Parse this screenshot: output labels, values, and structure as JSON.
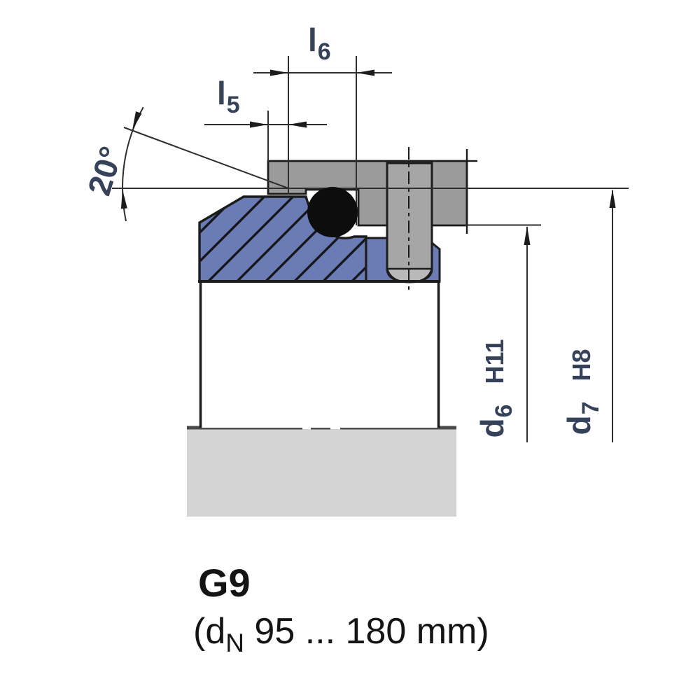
{
  "colors": {
    "seal_blue": "#6b7cb4",
    "housing_gray": "#9b9b9b",
    "pin_gray": "#a6a6a6",
    "pin_tip_gray": "#b9b9b9",
    "shaft_gray": "#d4d4d4",
    "shaft_edge": "#4b4b4b",
    "oring_black": "#0d0d0d",
    "outline": "#1c1c1c",
    "dim_line": "#2e2e2e",
    "label_text": "#36425a",
    "caption_text": "#141414"
  },
  "dims": {
    "l6": {
      "base": "l",
      "sub": "6"
    },
    "l5": {
      "base": "l",
      "sub": "5"
    },
    "angle": "20°",
    "d6": {
      "base": "d",
      "sub": "6",
      "tol": "H11"
    },
    "d7": {
      "base": "d",
      "sub": "7",
      "tol": "H8"
    }
  },
  "caption": {
    "code": "G9",
    "range_prefix": "(d",
    "range_sub": "N",
    "range_suffix": " 95 ... 180 mm)"
  }
}
